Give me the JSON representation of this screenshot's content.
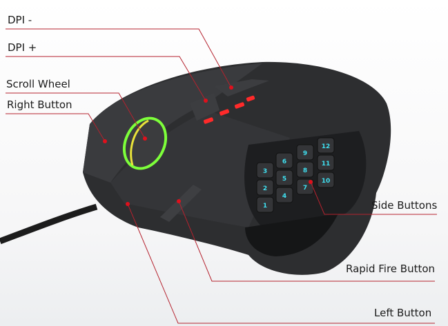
{
  "labels": {
    "dpi_minus": "DPI -",
    "dpi_plus": "DPI +",
    "scroll_wheel": "Scroll Wheel",
    "right_button": "Right Button",
    "side_buttons": "Side Buttons",
    "rapid_fire_button": "Rapid Fire Button",
    "left_button": "Left Button"
  },
  "side_keys": [
    "1",
    "2",
    "3",
    "4",
    "5",
    "6",
    "7",
    "8",
    "9",
    "10",
    "11",
    "12"
  ],
  "colors": {
    "callout": "#b5222e",
    "dot": "#e0101c",
    "body": "#2b2c2e",
    "key_glow": "#3fe0f0",
    "wheel_glow": "#7dff3a"
  }
}
